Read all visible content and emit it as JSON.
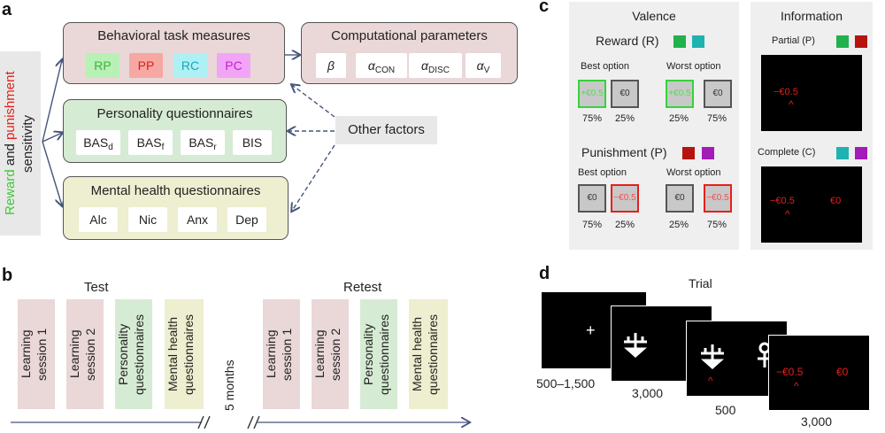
{
  "panel_a": {
    "letter": "a",
    "sensitivity": {
      "reward": "Reward",
      "and": " and ",
      "punishment": "punishment",
      "sensitivity": "sensitivity"
    },
    "behavioral": {
      "title": "Behavioral task measures",
      "chips": [
        {
          "label": "RP",
          "color": "#53d35b",
          "bg": "#b8f0b5"
        },
        {
          "label": "PP",
          "color": "#e5201b",
          "bg": "#f7a8a2"
        },
        {
          "label": "RC",
          "color": "#1fc8d6",
          "bg": "#aef0f3"
        },
        {
          "label": "PC",
          "color": "#c81ad8",
          "bg": "#f2a5f7"
        }
      ]
    },
    "computational": {
      "title": "Computational parameters",
      "params": [
        {
          "sym": "β",
          "sub": ""
        },
        {
          "sym": "α",
          "sub": "CON"
        },
        {
          "sym": "α",
          "sub": "DISC"
        },
        {
          "sym": "α",
          "sub": "V"
        }
      ]
    },
    "personality": {
      "title": "Personality questionnaires",
      "items": [
        {
          "main": "BAS",
          "sub": "d"
        },
        {
          "main": "BAS",
          "sub": "f"
        },
        {
          "main": "BAS",
          "sub": "r"
        },
        {
          "main": "BIS",
          "sub": ""
        }
      ]
    },
    "mental": {
      "title": "Mental health questionnaires",
      "items": [
        "Alc",
        "Nic",
        "Anx",
        "Dep"
      ]
    },
    "other_factors": "Other factors"
  },
  "panel_b": {
    "letter": "b",
    "test_label": "Test",
    "retest_label": "Retest",
    "interval": "5 months",
    "sessions": [
      {
        "lines": [
          "Learning",
          "session 1"
        ],
        "bg": "#ead7d7"
      },
      {
        "lines": [
          "Learning",
          "session 2"
        ],
        "bg": "#ead7d7"
      },
      {
        "lines": [
          "Personality",
          "questionnaires"
        ],
        "bg": "#d6ebd3"
      },
      {
        "lines": [
          "Mental health",
          "questionnaires"
        ],
        "bg": "#eeeed0"
      }
    ]
  },
  "panel_c": {
    "letter": "c",
    "valence_title": "Valence",
    "information_title": "Information",
    "reward_label": "Reward (R)",
    "punishment_label": "Punishment (P)",
    "best_option": "Best option",
    "worst_option": "Worst option",
    "reward_best": [
      {
        "text": "+€0.5",
        "prob": "75%"
      },
      {
        "text": "€0",
        "prob": "25%"
      }
    ],
    "reward_worst": [
      {
        "text": "+€0.5",
        "prob": "25%"
      },
      {
        "text": "€0",
        "prob": "75%"
      }
    ],
    "pun_best": [
      {
        "text": "€0",
        "prob": "75%"
      },
      {
        "text": "−€0.5",
        "prob": "25%"
      }
    ],
    "pun_worst": [
      {
        "text": "€0",
        "prob": "25%"
      },
      {
        "text": "−€0.5",
        "prob": "75%"
      }
    ],
    "partial_label": "Partial (P)",
    "complete_label": "Complete (C)",
    "partial_screen": {
      "value": "−€0.5",
      "caret": "^"
    },
    "complete_screen": {
      "value_left": "−€0.5",
      "value_right": "€0",
      "caret": "^"
    },
    "colors": {
      "reward_a": "#22b14c",
      "reward_b": "#1fb2b0",
      "pun_a": "#b5140f",
      "pun_b": "#a31bb8"
    }
  },
  "panel_d": {
    "letter": "d",
    "title": "Trial",
    "durations": [
      "500–1,500",
      "3,000",
      "500",
      "3,000"
    ],
    "fixation": "+",
    "final": {
      "left": "−€0.5",
      "right": "€0",
      "caret": "^"
    },
    "caret": "^"
  }
}
